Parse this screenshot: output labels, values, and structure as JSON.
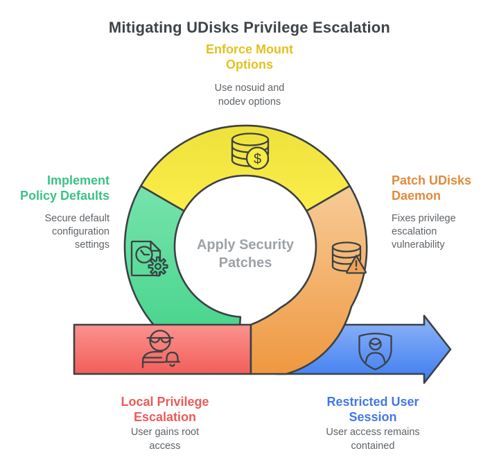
{
  "title": "Mitigating UDisks Privilege Escalation",
  "center": {
    "label": "Apply Security\nPatches"
  },
  "steps": [
    {
      "id": "enforce-mount-options",
      "heading": "Enforce Mount\nOptions",
      "description": "Use nosuid and\nnodev options",
      "color": "#E2C21F",
      "icon": "coins-dollar-icon",
      "segment": "yellow"
    },
    {
      "id": "implement-policy-defaults",
      "heading": "Implement\nPolicy Defaults",
      "description": "Secure default\nconfiguration\nsettings",
      "color": "#3CC287",
      "icon": "document-gear-icon",
      "segment": "green"
    },
    {
      "id": "patch-udisks-daemon",
      "heading": "Patch UDisks\nDaemon",
      "description": "Fixes privilege\nescalation\nvulnerability",
      "color": "#E08B3C",
      "icon": "database-warning-icon",
      "segment": "orange"
    },
    {
      "id": "local-privilege-escalation",
      "heading": "Local Privilege\nEscalation",
      "description": "User gains root\naccess",
      "color": "#EB5B58",
      "icon": "hacker-bell-icon",
      "segment": "red"
    },
    {
      "id": "restricted-user-session",
      "heading": "Restricted User\nSession",
      "description": "User access remains\ncontained",
      "color": "#4377E6",
      "icon": "shield-user-icon",
      "segment": "blue"
    }
  ],
  "icon_glyphs": {
    "dollar": "$"
  },
  "palette": {
    "yellow_top": "#EFE13C",
    "yellow_bottom": "#FBEE4A",
    "green_top": "#76E3AC",
    "green_bottom": "#3FD287",
    "orange_top": "#F7CB97",
    "orange_bottom": "#EF9840",
    "red_top": "#FB938E",
    "red_bottom": "#F25E5A",
    "blue_top": "#90B5F8",
    "blue_bottom": "#3C7CF0",
    "yellow_icon_fill": "#F9EC42",
    "green_icon_fill": "#4BD892",
    "orange_icon_fill": "#F0A155",
    "outline": "#3B4145",
    "title_text": "#3F4447",
    "body_text": "#5E6368",
    "center_text": "#9DA2A7"
  }
}
